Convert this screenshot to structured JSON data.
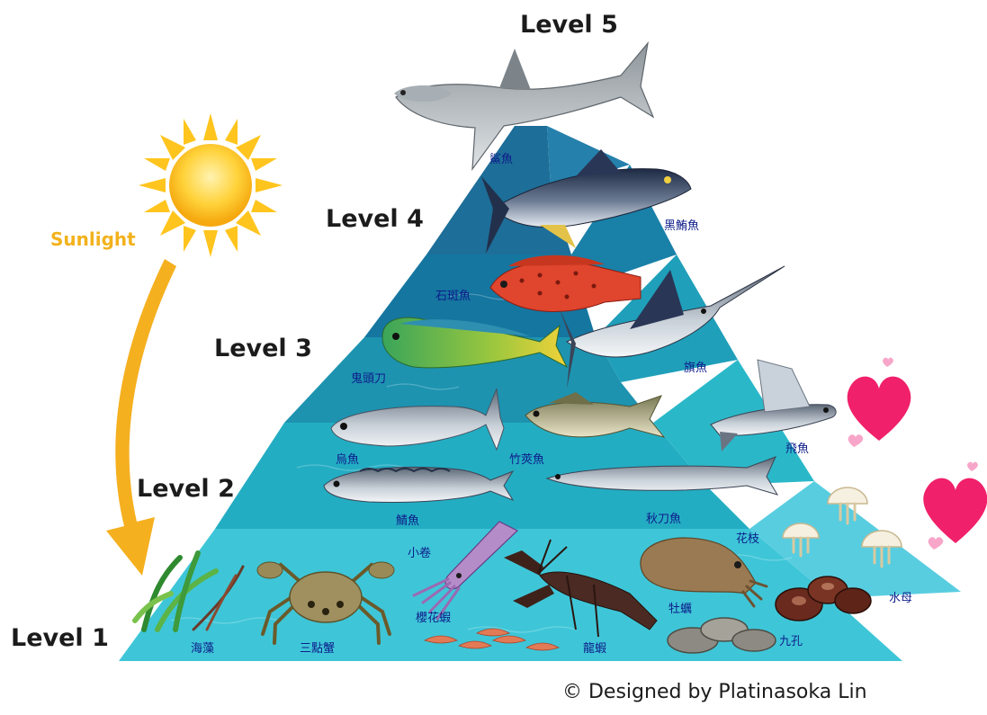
{
  "levels": [
    "Level 5",
    "Level 4",
    "Level 3",
    "Level 2",
    "Level 1"
  ],
  "sunlight_label": "Sunlight",
  "credit": "© Designed by Platinasoka Lin",
  "organisms": {
    "shark": "鯊魚",
    "bluefin_tuna": "黑鮪魚",
    "grouper": "石斑魚",
    "mahi_mahi": "鬼頭刀",
    "marlin": "旗魚",
    "mullet": "烏魚",
    "scad": "竹莢魚",
    "flying_fish": "飛魚",
    "mackerel": "鯖魚",
    "saury": "秋刀魚",
    "squid": "小卷",
    "cuttlefish": "花枝",
    "sakura_shrimp": "櫻花蝦",
    "seaweed": "海藻",
    "crab": "三點蟹",
    "crayfish": "龍蝦",
    "oyster": "牡蠣",
    "jellyfish": "水母",
    "abalone": "九孔"
  },
  "colors": {
    "tier1": "#3ec6d8",
    "tier2": "#23adc3",
    "tier3": "#1d93b0",
    "tier4": "#1576a0",
    "tier5": "#1d6e98",
    "sun": "#ffc51e",
    "arrow": "#f5b020",
    "heart": "#f0206a",
    "heart_small": "#f7a6c9",
    "label_blue": "#0e1d8a"
  }
}
